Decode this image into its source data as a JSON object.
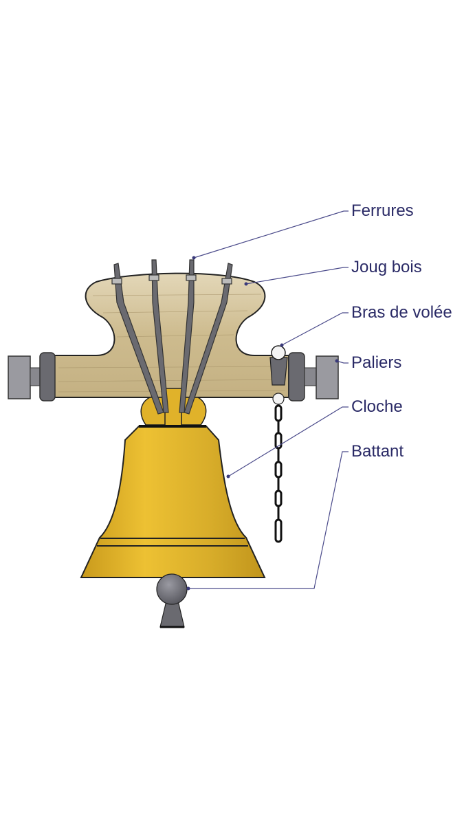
{
  "labels": {
    "ferrures": "Ferrures",
    "joug_bois": "Joug bois",
    "bras_de_volee": "Bras de volée",
    "paliers": "Paliers",
    "cloche": "Cloche",
    "battant": "Battant"
  },
  "colors": {
    "label": "#2a2a66",
    "leader": "#4a4a8a",
    "wood": "#d2c29a",
    "bronze": "#e2b52c",
    "iron": "#6a6a70",
    "bearing": "#9a9aa0"
  }
}
